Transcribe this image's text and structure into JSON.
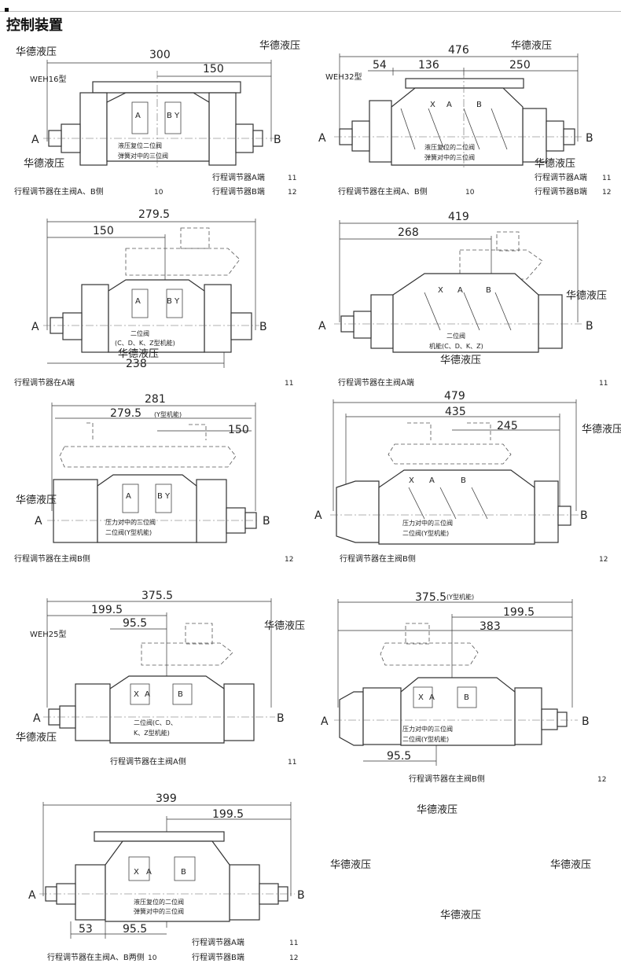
{
  "page": {
    "title": "控制装置"
  },
  "drawings": [
    {
      "id": "d1",
      "model": "WEH16型",
      "dims": [
        "300",
        "150"
      ],
      "ports": [
        "A",
        "B"
      ],
      "spool": [
        "A",
        "B",
        "Y"
      ],
      "desc": [
        "液压复位二位阀",
        "弹簧对中的三位阀"
      ],
      "notes": [
        {
          "text": "行程调节器A端",
          "num": "11"
        },
        {
          "text": "行程调节器在主阀A、B侧",
          "num": "10"
        },
        {
          "text": "行程调节器B端",
          "num": "12"
        }
      ]
    },
    {
      "id": "d2",
      "model": "WEH32型",
      "dims": [
        "476",
        "54",
        "136",
        "250"
      ],
      "ports": [
        "A",
        "B"
      ],
      "spool": [
        "X",
        "A",
        "B"
      ],
      "desc": [
        "液压复位的二位阀",
        "弹簧对中的三位阀"
      ],
      "notes": [
        {
          "text": "行程调节器A端",
          "num": "11"
        },
        {
          "text": "行程调节器在主阀A、B侧",
          "num": "10"
        },
        {
          "text": "行程调节器B端",
          "num": "12"
        }
      ]
    },
    {
      "id": "d3",
      "dims": [
        "279.5",
        "150",
        "238"
      ],
      "ports": [
        "A",
        "B"
      ],
      "spool": [
        "A",
        "B",
        "Y"
      ],
      "desc": [
        "二位阀",
        "(C、D、K、Z型机能)"
      ],
      "notes": [
        {
          "text": "行程调节器在A端",
          "num": "11"
        }
      ]
    },
    {
      "id": "d4",
      "dims": [
        "419",
        "268"
      ],
      "ports": [
        "A",
        "B"
      ],
      "spool": [
        "X",
        "A",
        "B"
      ],
      "desc": [
        "二位阀",
        "机能(C、D、K、Z)"
      ],
      "notes": [
        {
          "text": "行程调节器在主阀A端",
          "num": "11"
        }
      ]
    },
    {
      "id": "d5",
      "dims": [
        "281",
        "279.5",
        "(Y型机能)",
        "150"
      ],
      "ports": [
        "A",
        "B"
      ],
      "spool": [
        "A",
        "B",
        "Y"
      ],
      "desc": [
        "压力对中的三位阀",
        "二位阀(Y型机能)"
      ],
      "notes": [
        {
          "text": "行程调节器在主阀B侧",
          "num": "12"
        }
      ]
    },
    {
      "id": "d6",
      "dims": [
        "479",
        "435",
        "245"
      ],
      "ports": [
        "A",
        "B"
      ],
      "spool": [
        "X",
        "A",
        "B"
      ],
      "desc": [
        "压力对中的三位阀",
        "二位阀(Y型机能)"
      ],
      "notes": [
        {
          "text": "行程调节器在主阀B侧",
          "num": "12"
        }
      ]
    },
    {
      "id": "d7",
      "model": "WEH25型",
      "dims": [
        "375.5",
        "199.5",
        "95.5"
      ],
      "ports": [
        "A",
        "B"
      ],
      "spool": [
        "X",
        "A",
        "B"
      ],
      "desc": [
        "二位阀(C、D、",
        "K、Z型机能)"
      ],
      "notes": [
        {
          "text": "行程调节器在主阀A侧",
          "num": "11"
        }
      ]
    },
    {
      "id": "d8",
      "dims": [
        "375.5",
        "(Y型机能)",
        "199.5",
        "383",
        "95.5"
      ],
      "ports": [
        "A",
        "B"
      ],
      "spool": [
        "X",
        "A",
        "B"
      ],
      "desc": [
        "压力对中的三位阀",
        "二位阀(Y型机能)"
      ],
      "notes": [
        {
          "text": "行程调节器在主阀B侧",
          "num": "12"
        }
      ]
    },
    {
      "id": "d9",
      "dims": [
        "399",
        "199.5",
        "53",
        "95.5"
      ],
      "ports": [
        "A",
        "B"
      ],
      "spool": [
        "X",
        "A",
        "B"
      ],
      "desc": [
        "液压复位的二位阀",
        "弹簧对中的三位阀"
      ],
      "notes": [
        {
          "text": "行程调节器A端",
          "num": "11"
        },
        {
          "text": "行程调节器在主阀A、B两侧",
          "num": "10"
        },
        {
          "text": "行程调节器B端",
          "num": "12"
        }
      ]
    }
  ],
  "watermark": "华德液压"
}
